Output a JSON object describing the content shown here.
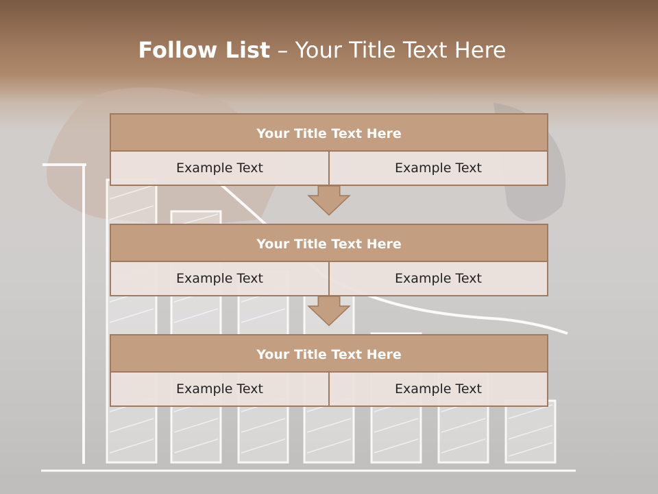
{
  "slide": {
    "title_bold": "Follow List",
    "title_rest": " – Your Title Text Here",
    "background_image": "hand drawing bar chart",
    "colors": {
      "accent": "#c49e80",
      "border": "#a07a5e",
      "cell": "#ece2dc"
    }
  },
  "blocks": [
    {
      "title": "Your Title Text Here",
      "cells": [
        "Example Text",
        "Example Text"
      ]
    },
    {
      "title": "Your Title Text Here",
      "cells": [
        "Example Text",
        "Example Text"
      ]
    },
    {
      "title": "Your Title Text Here",
      "cells": [
        "Example Text",
        "Example Text"
      ]
    }
  ],
  "arrow_icon": "down-arrow-icon"
}
